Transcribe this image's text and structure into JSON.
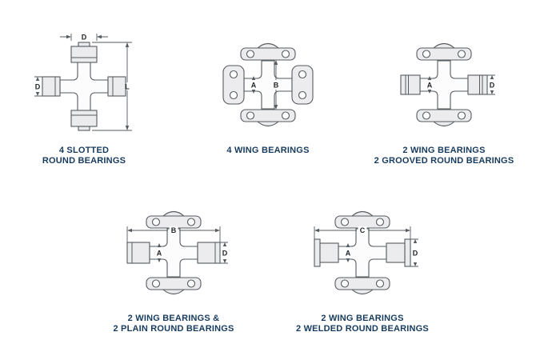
{
  "colors": {
    "caption": "#173b5e",
    "line": "#565b60"
  },
  "diagrams": [
    {
      "name": "4-slotted-round-bearings",
      "caption_lines": [
        "4 SLOTTED",
        "ROUND BEARINGS"
      ],
      "dims": {
        "cap_width": "D",
        "bearing_diameter": "D",
        "overall_length": "L"
      }
    },
    {
      "name": "4-wing-bearings",
      "caption_lines": [
        "4 WING BEARINGS"
      ],
      "dims": {
        "cup_diameter": "A",
        "between_wings": "B"
      }
    },
    {
      "name": "2-wing-2-grooved-round-bearings",
      "caption_lines": [
        "2 WING BEARINGS",
        "2 GROOVED ROUND BEARINGS"
      ],
      "dims": {
        "cup_diameter": "A",
        "bearing_diameter": "D"
      }
    },
    {
      "name": "2-wing-2-plain-round-bearings",
      "caption_lines": [
        "2 WING BEARINGS &",
        "2 PLAIN ROUND BEARINGS"
      ],
      "dims": {
        "cup_diameter": "A",
        "overall_width": "B",
        "bearing_diameter": "D"
      }
    },
    {
      "name": "2-wing-2-welded-round-bearings",
      "caption_lines": [
        "2 WING BEARINGS",
        "2 WELDED ROUND BEARINGS"
      ],
      "dims": {
        "cup_diameter": "A",
        "overall_width": "C",
        "bearing_diameter": "D"
      }
    }
  ]
}
